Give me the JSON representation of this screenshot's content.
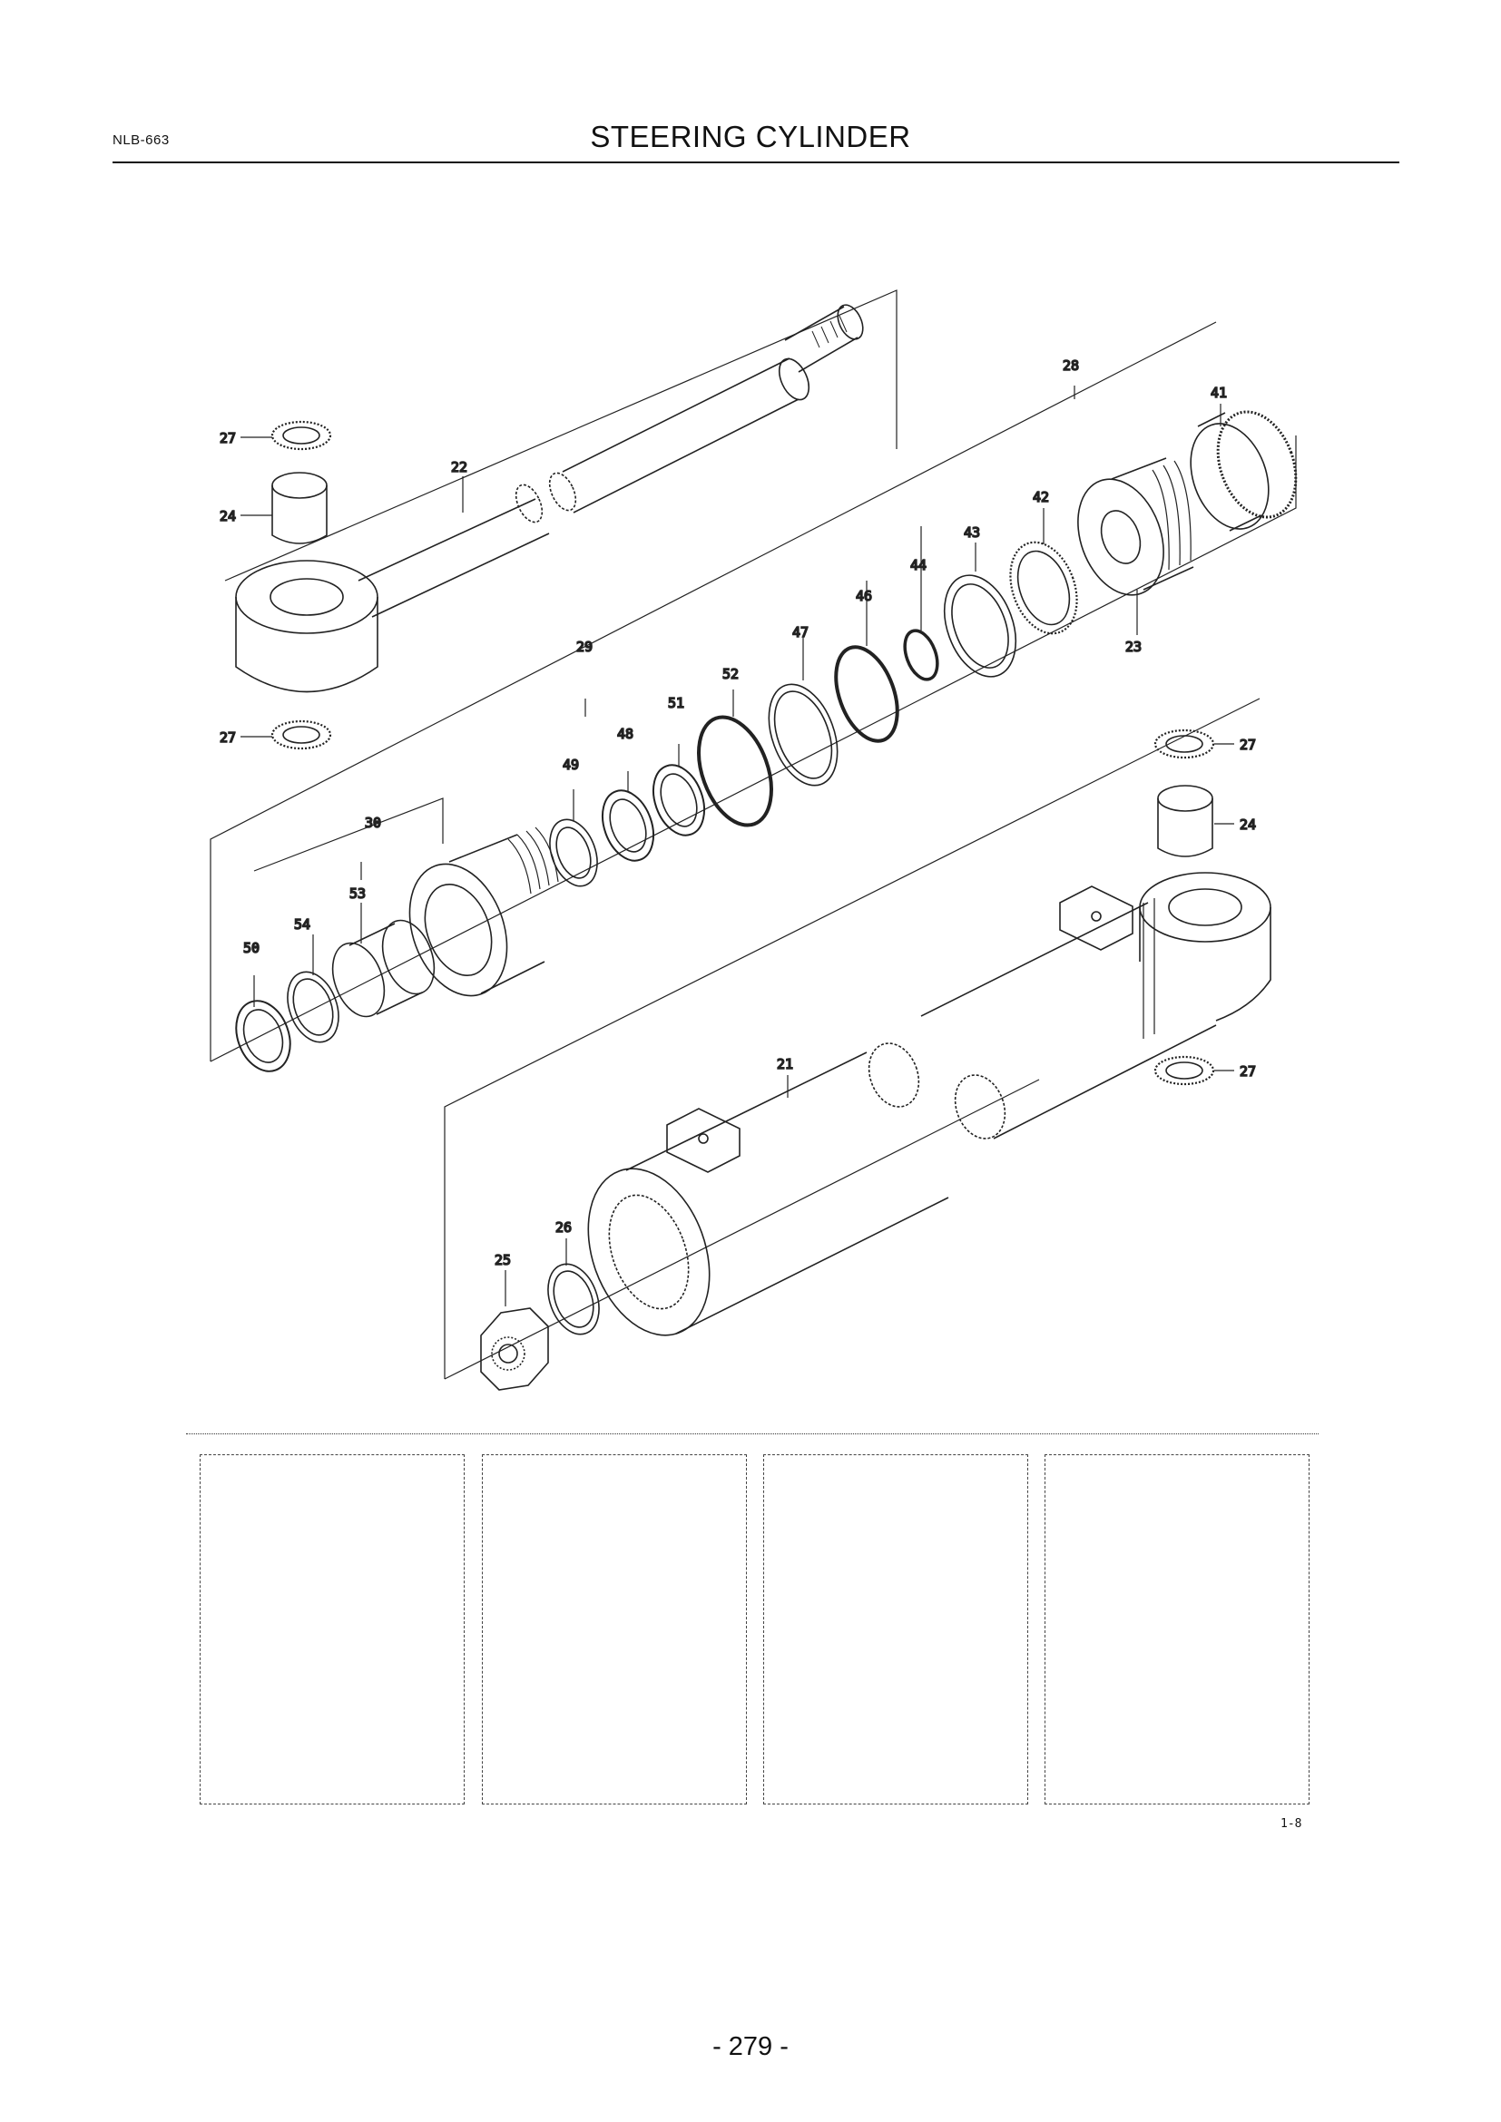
{
  "header": {
    "doc_code": "NLB-663",
    "title": "STEERING CYLINDER"
  },
  "part_labels": {
    "p21": "21",
    "p22": "22",
    "p23": "23",
    "p24a": "24",
    "p24b": "24",
    "p25": "25",
    "p26": "26",
    "p27a": "27",
    "p27b": "27",
    "p27c": "27",
    "p27d": "27",
    "p28": "28",
    "p29": "29",
    "p30": "30",
    "p41": "41",
    "p42": "42",
    "p43": "43",
    "p44": "44",
    "p46": "46",
    "p47": "47",
    "p48": "48",
    "p49": "49",
    "p50": "50",
    "p51": "51",
    "p52": "52",
    "p53": "53",
    "p54": "54"
  },
  "note_boxes": [
    "",
    "",
    "",
    ""
  ],
  "footer": {
    "sheet_ref": "1-8",
    "page_number": "- 279 -"
  }
}
